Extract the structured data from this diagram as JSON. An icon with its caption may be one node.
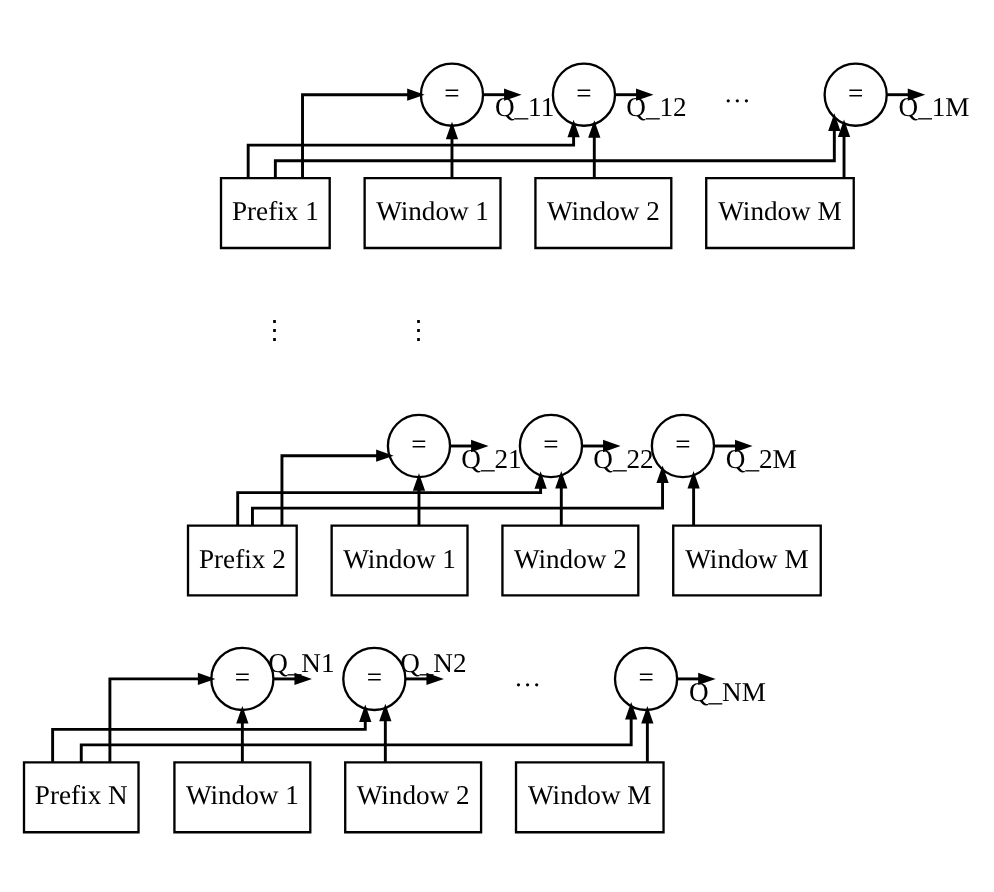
{
  "diagram": {
    "nodes": [
      {
        "text": [
          "Prefix 1"
        ]
      },
      {
        "text": [
          "="
        ]
      },
      {
        "text": [
          "="
        ]
      },
      {
        "text": [
          "="
        ]
      },
      {
        "text": [
          "Window 1"
        ]
      },
      {
        "text": [
          "Window 2"
        ]
      },
      {
        "text": [
          "Window M"
        ]
      },
      {
        "text": [
          "Prefix 2"
        ]
      },
      {
        "text": [
          "="
        ]
      },
      {
        "text": [
          "="
        ]
      },
      {
        "text": [
          "="
        ]
      },
      {
        "text": [
          "Window 1"
        ]
      },
      {
        "text": [
          "Window 2"
        ]
      },
      {
        "text": [
          "Window M"
        ]
      },
      {
        "text": [
          "Prefix N"
        ]
      },
      {
        "text": [
          "="
        ]
      },
      {
        "text": [
          "="
        ]
      },
      {
        "text": [
          "="
        ]
      },
      {
        "text": [
          "Window 1"
        ]
      },
      {
        "text": [
          "Window 2"
        ]
      },
      {
        "text": [
          "Window M"
        ]
      }
    ],
    "edges": [
      {
        "from": 0,
        "to": 1,
        "arrow": "to"
      },
      {
        "from": 0,
        "to": 2,
        "arrow": "to"
      },
      {
        "from": 0,
        "to": 3,
        "arrow": "to"
      },
      {
        "from": 4,
        "to": 1,
        "arrow": "to"
      },
      {
        "from": 5,
        "to": 2,
        "arrow": "to"
      },
      {
        "from": 6,
        "to": 3,
        "arrow": "to"
      },
      {
        "from": 1,
        "to": null,
        "arrow": "to",
        "label": "Q_11"
      },
      {
        "from": 2,
        "to": null,
        "arrow": "to",
        "label": "Q_12"
      },
      {
        "from": 3,
        "to": null,
        "arrow": "to",
        "label": "Q_1M"
      },
      {
        "from": 7,
        "to": 8,
        "arrow": "to"
      },
      {
        "from": 7,
        "to": 9,
        "arrow": "to"
      },
      {
        "from": 7,
        "to": 10,
        "arrow": "to"
      },
      {
        "from": 11,
        "to": 8,
        "arrow": "to"
      },
      {
        "from": 12,
        "to": 9,
        "arrow": "to"
      },
      {
        "from": 13,
        "to": 10,
        "arrow": "to"
      },
      {
        "from": 8,
        "to": null,
        "arrow": "to",
        "label": "Q_21"
      },
      {
        "from": 9,
        "to": null,
        "arrow": "to",
        "label": "Q_22"
      },
      {
        "from": 10,
        "to": null,
        "arrow": "to",
        "label": "Q_2M"
      },
      {
        "from": 14,
        "to": 15,
        "arrow": "to"
      },
      {
        "from": 14,
        "to": 16,
        "arrow": "to"
      },
      {
        "from": 14,
        "to": 17,
        "arrow": "to"
      },
      {
        "from": 18,
        "to": 15,
        "arrow": "to"
      },
      {
        "from": 19,
        "to": 16,
        "arrow": "to"
      },
      {
        "from": 20,
        "to": 17,
        "arrow": "to"
      },
      {
        "from": 15,
        "to": null,
        "arrow": "to",
        "label": "Q_N1"
      },
      {
        "from": 16,
        "to": null,
        "arrow": "to",
        "label": "Q_N2"
      },
      {
        "from": 17,
        "to": null,
        "arrow": "to",
        "label": "Q_NM"
      }
    ],
    "labels": [
      "…",
      "⋮",
      "⋮",
      "…"
    ]
  }
}
